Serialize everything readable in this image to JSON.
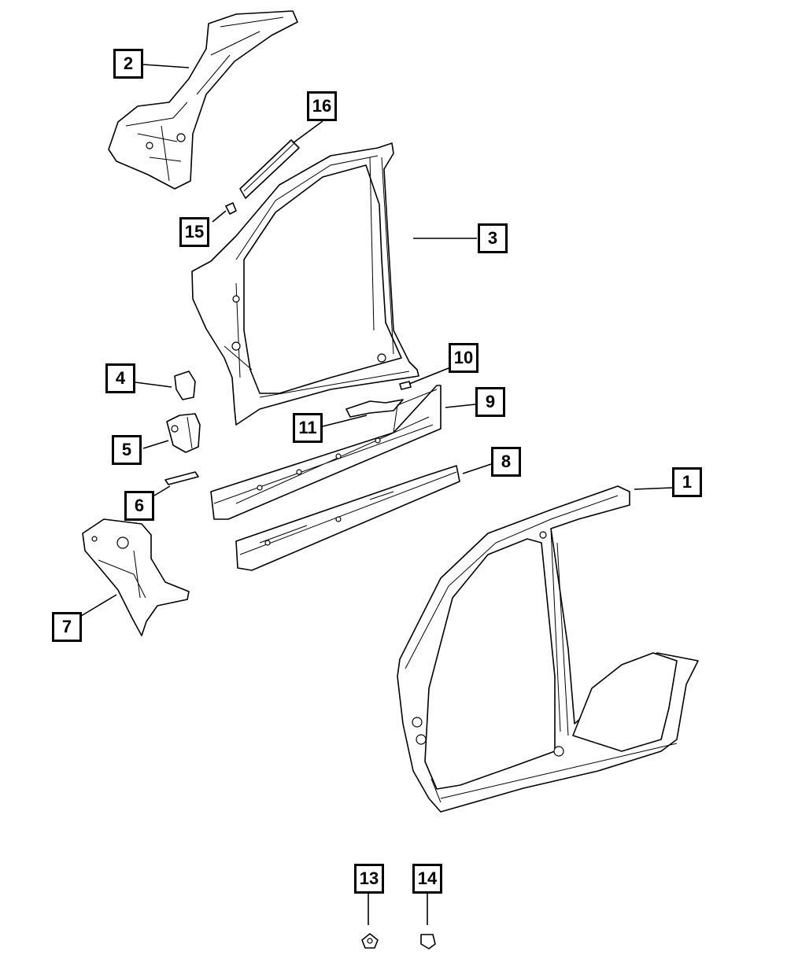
{
  "diagram": {
    "callouts": [
      {
        "id": "callout-1",
        "label": "1"
      },
      {
        "id": "callout-2",
        "label": "2"
      },
      {
        "id": "callout-3",
        "label": "3"
      },
      {
        "id": "callout-4",
        "label": "4"
      },
      {
        "id": "callout-5",
        "label": "5"
      },
      {
        "id": "callout-6",
        "label": "6"
      },
      {
        "id": "callout-7",
        "label": "7"
      },
      {
        "id": "callout-8",
        "label": "8"
      },
      {
        "id": "callout-9",
        "label": "9"
      },
      {
        "id": "callout-10",
        "label": "10"
      },
      {
        "id": "callout-11",
        "label": "11"
      },
      {
        "id": "callout-13",
        "label": "13"
      },
      {
        "id": "callout-14",
        "label": "14"
      },
      {
        "id": "callout-15",
        "label": "15"
      },
      {
        "id": "callout-16",
        "label": "16"
      }
    ]
  }
}
